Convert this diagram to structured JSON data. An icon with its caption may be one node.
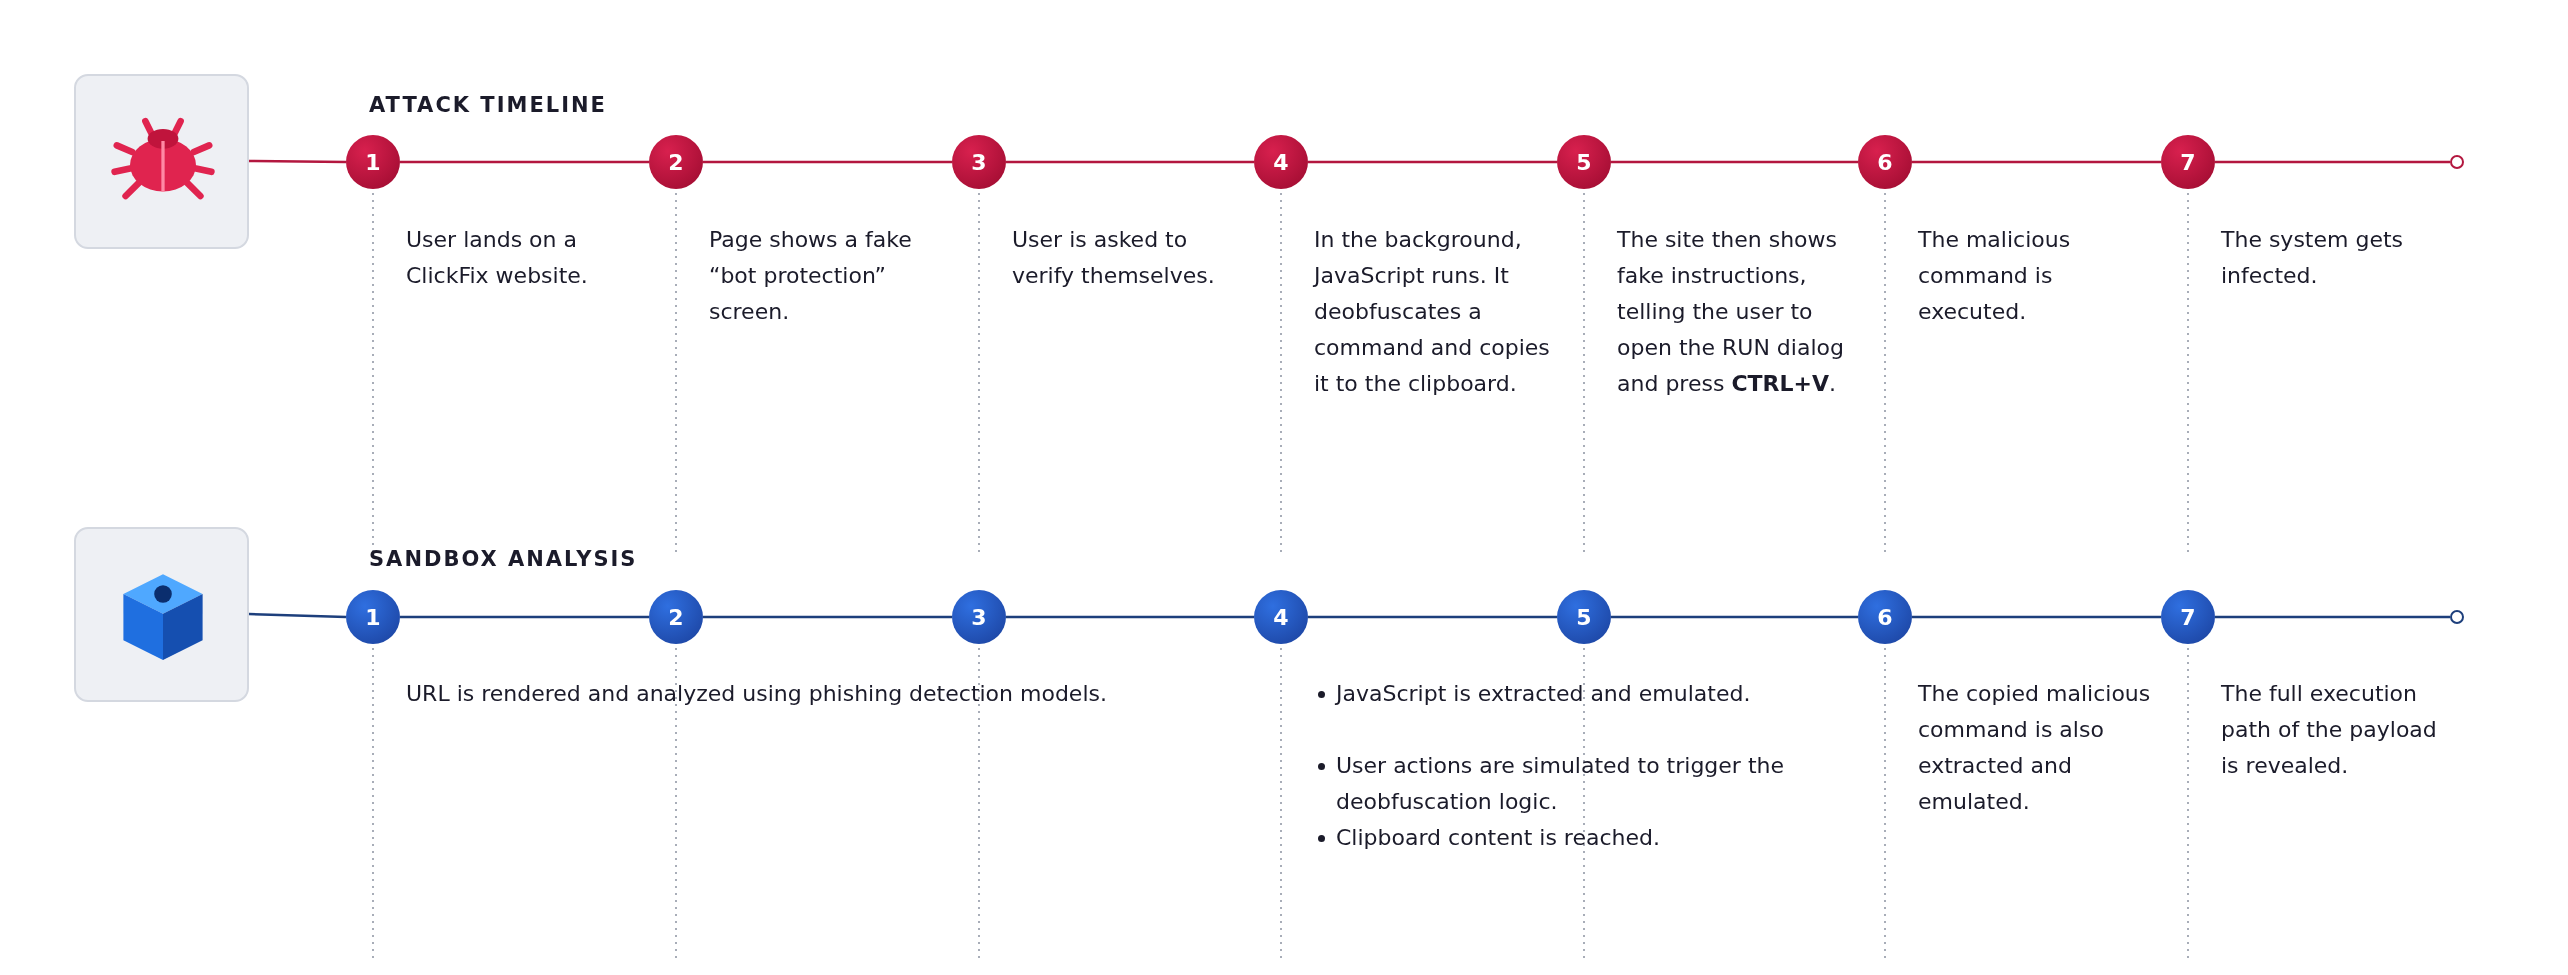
{
  "diagram": {
    "nodes": [
      {
        "text": [],
        "shape": "picture"
      },
      {
        "text": [
          "1"
        ],
        "beside": [
          "User lands on a ClickFix website."
        ]
      },
      {
        "text": [
          "2"
        ],
        "beside": [
          "Page shows a fake “bot protection” screen."
        ]
      },
      {
        "text": [
          "3"
        ],
        "beside": [
          "User is asked to verify themselves."
        ]
      },
      {
        "text": [
          "4"
        ],
        "beside": [
          "In the background, JavaScript runs. It deobfuscates a command and copies it to the clipboard."
        ]
      },
      {
        "text": [
          "5"
        ],
        "beside": [
          "The site then shows fake instructions, telling the user to open the RUN dialog and press **CTRL+V**."
        ]
      },
      {
        "text": [
          "6"
        ],
        "beside": [
          "The malicious command is executed."
        ]
      },
      {
        "text": [
          "7"
        ],
        "beside": [
          "The system gets infected."
        ]
      },
      {
        "text": [],
        "shape": "circle"
      },
      {
        "text": [],
        "shape": "picture"
      },
      {
        "text": [
          "1"
        ],
        "beside": [
          "URL is rendered and analyzed using phishing detection models."
        ]
      },
      {
        "text": [
          "2"
        ]
      },
      {
        "text": [
          "3"
        ]
      },
      {
        "text": [
          "4"
        ],
        "beside": [
          "JavaScript is extracted and emulated.",
          "User actions are simulated to trigger the deobfuscation logic.",
          "Clipboard content is reached."
        ]
      },
      {
        "text": [
          "5"
        ]
      },
      {
        "text": [
          "6"
        ],
        "beside": [
          "The copied malicious command is also extracted and emulated."
        ]
      },
      {
        "text": [
          "7"
        ],
        "beside": [
          "The full execution path of the payload is revealed."
        ]
      },
      {
        "text": [],
        "shape": "circle"
      }
    ],
    "edges": [
      {
        "from": 0,
        "to": 1,
        "arrow": "none"
      },
      {
        "from": 1,
        "to": 2,
        "arrow": "none"
      },
      {
        "from": 2,
        "to": 3,
        "arrow": "none"
      },
      {
        "from": 3,
        "to": 4,
        "arrow": "none"
      },
      {
        "from": 4,
        "to": 5,
        "arrow": "none"
      },
      {
        "from": 5,
        "to": 6,
        "arrow": "none"
      },
      {
        "from": 6,
        "to": 7,
        "arrow": "none"
      },
      {
        "from": 7,
        "to": 8,
        "arrow": "none"
      },
      {
        "from": 9,
        "to": 10,
        "arrow": "none",
        "color": "#1d3f7c"
      },
      {
        "from": 10,
        "to": 11,
        "arrow": "none",
        "color": "#1d3f7c"
      },
      {
        "from": 11,
        "to": 12,
        "arrow": "none",
        "color": "#1d3f7c"
      },
      {
        "from": 12,
        "to": 13,
        "arrow": "none",
        "color": "#1d3f7c"
      },
      {
        "from": 13,
        "to": 14,
        "arrow": "none",
        "color": "#1d3f7c"
      },
      {
        "from": 14,
        "to": 15,
        "arrow": "none",
        "color": "#1d3f7c"
      },
      {
        "from": 15,
        "to": 16,
        "arrow": "none",
        "color": "#1d3f7c"
      },
      {
        "from": 16,
        "to": 17,
        "arrow": "none",
        "color": "#1d3f7c"
      }
    ],
    "labels": [
      "ATTACK TIMELINE",
      "SANDBOX ANALYSIS"
    ]
  }
}
